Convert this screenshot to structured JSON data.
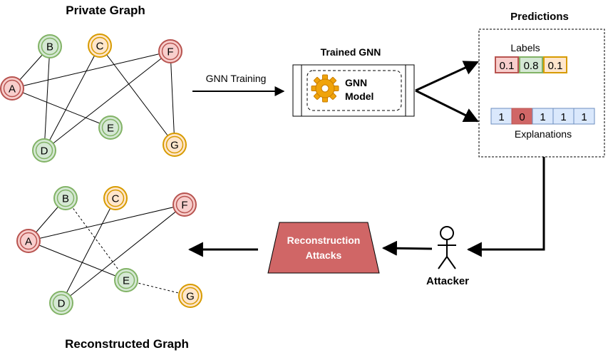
{
  "titles": {
    "private_graph": "Private Graph",
    "reconstructed_graph": "Reconstructed Graph",
    "trained_gnn": "Trained GNN",
    "predictions": "Predictions"
  },
  "gnn_training_label": "GNN Training",
  "gnn_model": {
    "line1": "GNN",
    "line2": "Model",
    "icon": "gear-icon"
  },
  "labels": {
    "title": "Labels",
    "values": [
      "0.1",
      "0.8",
      "0.1"
    ]
  },
  "explanations": {
    "title": "Explanations",
    "bits": [
      "1",
      "0",
      "1",
      "1",
      "1"
    ]
  },
  "attack": {
    "line1": "Reconstruction",
    "line2": "Attacks"
  },
  "attacker_label": "Attacker",
  "colors": {
    "red_fill": "#f8cecc",
    "red_stroke": "#b85450",
    "green_fill": "#d5e8d4",
    "green_stroke": "#82b366",
    "yellow_fill": "#ffe6cc",
    "yellow_stroke": "#d79b00",
    "blue_fill": "#dae8fc",
    "blue_stroke": "#6c8ebf",
    "attack_fill": "#d06666"
  },
  "private_graph": {
    "nodes": [
      {
        "id": "A",
        "label": "A",
        "color": "red"
      },
      {
        "id": "B",
        "label": "B",
        "color": "green"
      },
      {
        "id": "C",
        "label": "C",
        "color": "yellow"
      },
      {
        "id": "D",
        "label": "D",
        "color": "green"
      },
      {
        "id": "E",
        "label": "E",
        "color": "green"
      },
      {
        "id": "F",
        "label": "F",
        "color": "red"
      },
      {
        "id": "G",
        "label": "G",
        "color": "yellow"
      }
    ],
    "edges": [
      [
        "A",
        "F"
      ],
      [
        "A",
        "E"
      ],
      [
        "B",
        "A"
      ],
      [
        "B",
        "D"
      ],
      [
        "C",
        "D"
      ],
      [
        "C",
        "G"
      ],
      [
        "D",
        "F"
      ],
      [
        "F",
        "G"
      ]
    ]
  },
  "reconstructed_graph": {
    "nodes": [
      {
        "id": "A",
        "label": "A",
        "color": "red"
      },
      {
        "id": "B",
        "label": "B",
        "color": "green"
      },
      {
        "id": "C",
        "label": "C",
        "color": "yellow"
      },
      {
        "id": "D",
        "label": "D",
        "color": "green"
      },
      {
        "id": "E",
        "label": "E",
        "color": "green"
      },
      {
        "id": "F",
        "label": "F",
        "color": "red"
      },
      {
        "id": "G",
        "label": "G",
        "color": "yellow"
      }
    ],
    "edges": [
      [
        "A",
        "F"
      ],
      [
        "A",
        "E"
      ],
      [
        "A",
        "B"
      ],
      [
        "C",
        "D"
      ],
      [
        "D",
        "F"
      ]
    ],
    "dashed_edges": [
      [
        "B",
        "E"
      ],
      [
        "E",
        "G"
      ]
    ]
  }
}
